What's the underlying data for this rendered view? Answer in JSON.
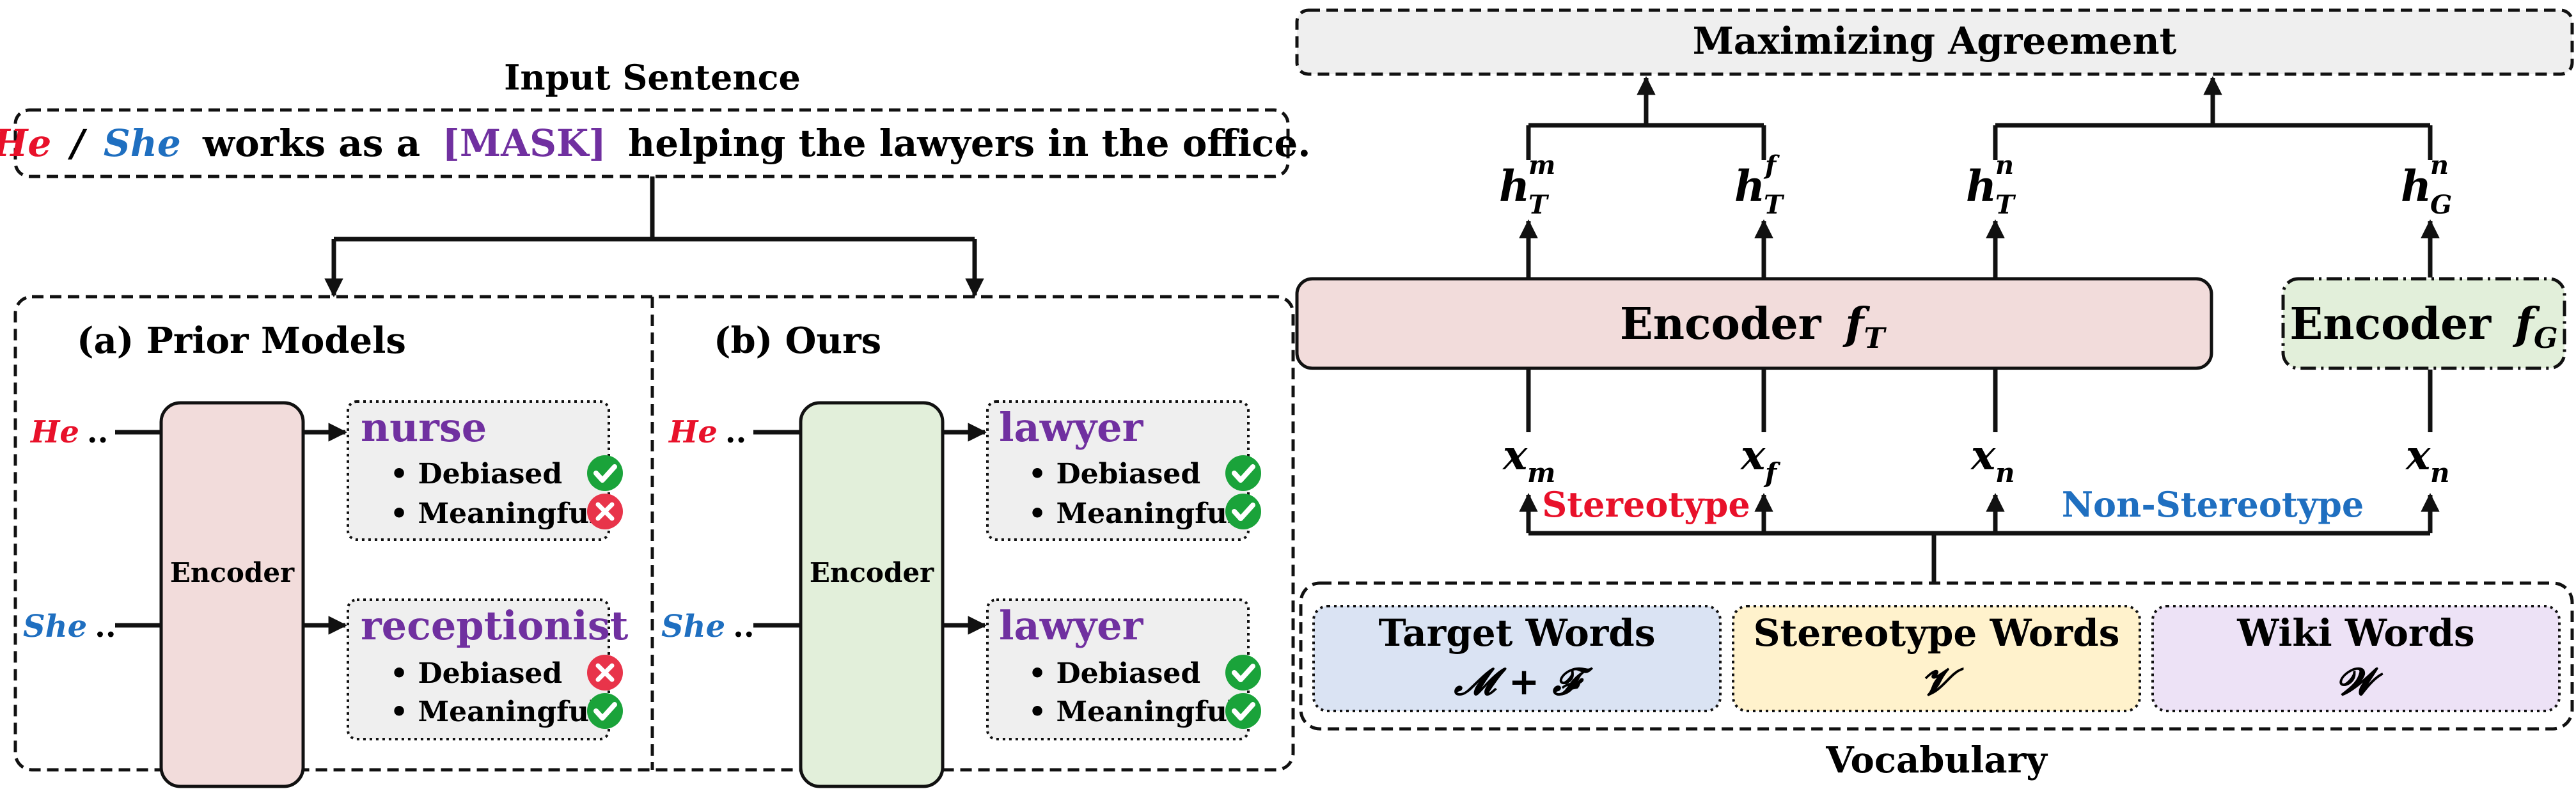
{
  "colors": {
    "he": "#e8112a",
    "she": "#1f6fc0",
    "mask": "#7030a0",
    "stereotype": "#e8112a",
    "non_stereotype": "#1f6fc0",
    "encoder_pink": "#f2dcdb",
    "encoder_green": "#e2efda",
    "grey_box": "#efefef",
    "target_blue": "#dae3f3",
    "stereotype_yellow": "#fff2cc",
    "wiki_purple": "#ede2f6",
    "check_green": "#1aa33a",
    "cross_red": "#e8344a"
  },
  "input": {
    "title": "Input Sentence",
    "he": "He",
    "slash": "/",
    "she": "She",
    "mid": "works as a",
    "mask": "[MASK]",
    "tail": "helping the lawyers in the office."
  },
  "prior": {
    "title": "(a) Prior Models",
    "he_label": "He",
    "she_label": "She",
    "dots": "..",
    "encoder_label": "Encoder",
    "outputs": [
      {
        "word": "nurse",
        "lines": [
          {
            "label": "• Debiased",
            "status": "check"
          },
          {
            "label": "• Meaningful",
            "status": "cross"
          }
        ]
      },
      {
        "word": "receptionist",
        "lines": [
          {
            "label": "• Debiased",
            "status": "cross"
          },
          {
            "label": "• Meaningful",
            "status": "check"
          }
        ]
      }
    ]
  },
  "ours": {
    "title": "(b) Ours",
    "he_label": "He",
    "she_label": "She",
    "dots": "..",
    "encoder_label": "Encoder",
    "outputs": [
      {
        "word": "lawyer",
        "lines": [
          {
            "label": "• Debiased",
            "status": "check"
          },
          {
            "label": "• Meaningful",
            "status": "check"
          }
        ]
      },
      {
        "word": "lawyer",
        "lines": [
          {
            "label": "• Debiased",
            "status": "check"
          },
          {
            "label": "• Meaningful",
            "status": "check"
          }
        ]
      }
    ]
  },
  "right": {
    "top_label": "Maximizing Agreement",
    "encoder_t": {
      "text": "Encoder",
      "sym": "f",
      "sub": "T"
    },
    "encoder_g": {
      "text": "Encoder",
      "sym": "f",
      "sub": "G"
    },
    "h_nodes": [
      {
        "base": "h",
        "sub": "T",
        "sup": "m"
      },
      {
        "base": "h",
        "sub": "T",
        "sup": "f"
      },
      {
        "base": "h",
        "sub": "T",
        "sup": "n"
      },
      {
        "base": "h",
        "sub": "G",
        "sup": "n"
      }
    ],
    "x_nodes": [
      {
        "base": "x",
        "sub": "m"
      },
      {
        "base": "x",
        "sub": "f"
      },
      {
        "base": "x",
        "sub": "n"
      },
      {
        "base": "x",
        "sub": "n"
      }
    ],
    "stereotype_label": "Stereotype",
    "non_stereotype_label": "Non-Stereotype",
    "vocab_title": "Vocabulary",
    "vocab_boxes": [
      {
        "title": "Target Words",
        "symbol": "𝓜 + 𝓕"
      },
      {
        "title": "Stereotype Words",
        "symbol": "𝓥"
      },
      {
        "title": "Wiki Words",
        "symbol": "𝓦"
      }
    ]
  }
}
